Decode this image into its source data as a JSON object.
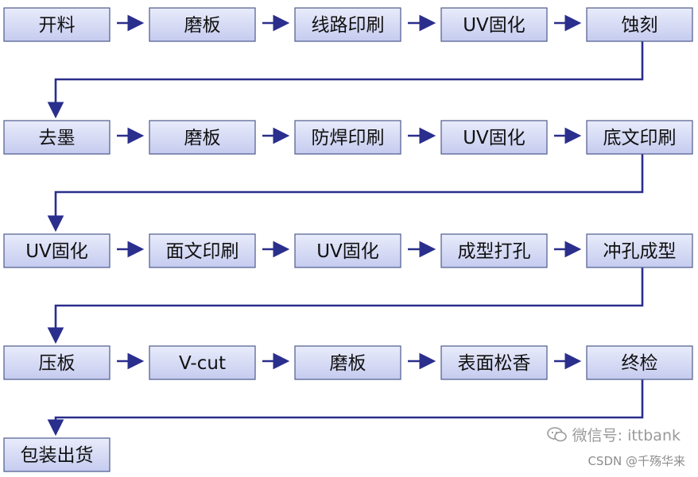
{
  "rows": [
    [
      "开料",
      "磨板",
      "线路印刷",
      "UV固化",
      "蚀刻"
    ],
    [
      "去墨",
      "磨板",
      "防焊印刷",
      "UV固化",
      "底文印刷"
    ],
    [
      "UV固化",
      "面文印刷",
      "UV固化",
      "成型打孔",
      "冲孔成型"
    ],
    [
      "压板",
      "V-cut",
      "磨板",
      "表面松香",
      "终检"
    ],
    [
      "包装出货"
    ]
  ],
  "watermark": {
    "text": "微信号: ittbank",
    "icon": "wechat-icon"
  },
  "credit": "CSDN @千殇华来",
  "colors": {
    "box_top": "#e9ecfb",
    "box_bottom": "#c5cbef",
    "arrow": "#2a2e8c"
  }
}
